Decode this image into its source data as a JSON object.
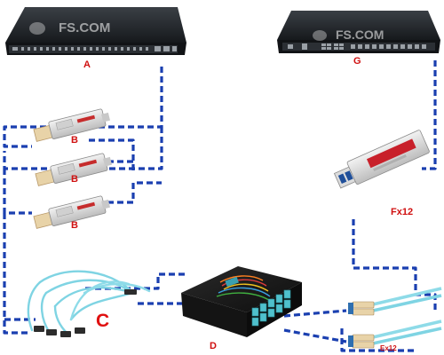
{
  "labels": {
    "switch_a": "A",
    "switch_g": "G",
    "transceiver_b": "B",
    "cable_c": "C",
    "cassette_d": "D",
    "sfp_module": "Fx12",
    "lc_cable": "Ex12"
  },
  "watermarks": {
    "brand_a": "FS.COM",
    "brand_g": "FS.COM"
  },
  "colors": {
    "link_dashes": "#1a3fb0",
    "labels": "#d01010",
    "fiber_aqua": "#7fd4e3",
    "switch_body": "#202428",
    "cassette_body": "#1c1c1c",
    "connector_aqua": "#4fc0cc",
    "sfp_red_label": "#c8202a",
    "lc_blue": "#2f6fb0",
    "connector_beige": "#e8d3a8"
  },
  "icons": [
    "switch-a-icon",
    "switch-g-icon",
    "qsfp-transceiver-icon",
    "mtp-breakout-cable-icon",
    "mtp-cassette-icon",
    "sfp-transceiver-icon",
    "lc-duplex-cable-icon"
  ]
}
